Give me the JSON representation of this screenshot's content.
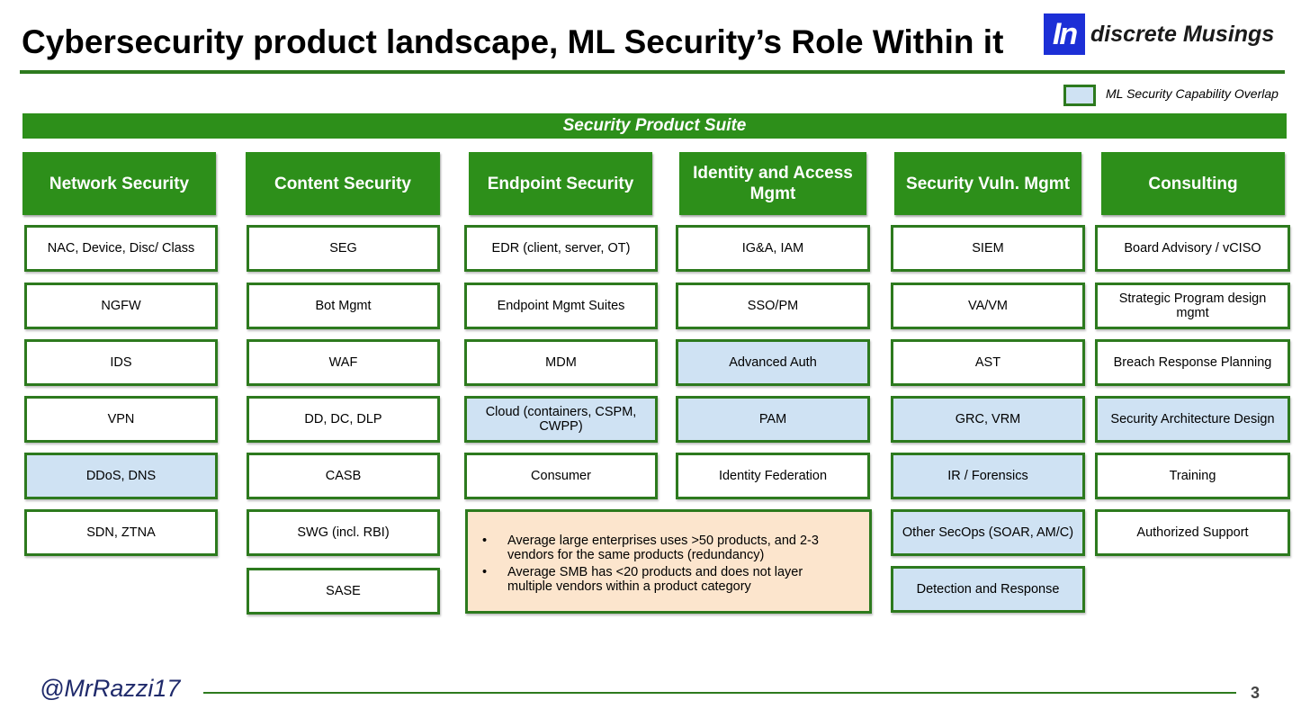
{
  "header": {
    "title": "Cybersecurity product landscape, ML Security’s Role Within it",
    "logo_mark": "In",
    "logo_text": "discrete Musings"
  },
  "legend": {
    "label": "ML Security Capability Overlap",
    "swatch_color": "#cfe2f3"
  },
  "colors": {
    "green": "#2d8f1a",
    "border": "#2d7a1e",
    "highlight": "#cfe2f3",
    "note_bg": "#fce5cd"
  },
  "suite": {
    "label": "Security Product Suite"
  },
  "columns": [
    {
      "title": "Network Security",
      "items": [
        {
          "label": "NAC, Device, Disc/ Class",
          "highlight": false
        },
        {
          "label": "NGFW",
          "highlight": false
        },
        {
          "label": "IDS",
          "highlight": false
        },
        {
          "label": "VPN",
          "highlight": false
        },
        {
          "label": "DDoS, DNS",
          "highlight": true
        },
        {
          "label": "SDN, ZTNA",
          "highlight": false
        }
      ]
    },
    {
      "title": "Content Security",
      "items": [
        {
          "label": "SEG",
          "highlight": false
        },
        {
          "label": "Bot Mgmt",
          "highlight": false
        },
        {
          "label": "WAF",
          "highlight": false
        },
        {
          "label": "DD, DC, DLP",
          "highlight": false
        },
        {
          "label": "CASB",
          "highlight": false
        },
        {
          "label": "SWG (incl. RBI)",
          "highlight": false
        },
        {
          "label": "SASE",
          "highlight": false
        }
      ]
    },
    {
      "title": "Endpoint Security",
      "items": [
        {
          "label": "EDR (client, server, OT)",
          "highlight": false
        },
        {
          "label": "Endpoint Mgmt Suites",
          "highlight": false
        },
        {
          "label": "MDM",
          "highlight": false
        },
        {
          "label": "Cloud (containers, CSPM, CWPP)",
          "highlight": true
        },
        {
          "label": "Consumer",
          "highlight": false
        }
      ]
    },
    {
      "title": "Identity and Access Mgmt",
      "items": [
        {
          "label": "IG&A, IAM",
          "highlight": false
        },
        {
          "label": "SSO/PM",
          "highlight": false
        },
        {
          "label": "Advanced Auth",
          "highlight": true
        },
        {
          "label": "PAM",
          "highlight": true
        },
        {
          "label": "Identity Federation",
          "highlight": false
        }
      ]
    },
    {
      "title": "Security Vuln. Mgmt",
      "items": [
        {
          "label": "SIEM",
          "highlight": false
        },
        {
          "label": "VA/VM",
          "highlight": false
        },
        {
          "label": "AST",
          "highlight": false
        },
        {
          "label": "GRC, VRM",
          "highlight": true
        },
        {
          "label": "IR / Forensics",
          "highlight": true
        },
        {
          "label": "Other SecOps (SOAR, AM/C)",
          "highlight": true
        },
        {
          "label": "Detection and Response",
          "highlight": true
        }
      ]
    },
    {
      "title": "Consulting",
      "items": [
        {
          "label": "Board Advisory / vCISO",
          "highlight": false
        },
        {
          "label": "Strategic Program design mgmt",
          "highlight": false
        },
        {
          "label": "Breach Response Planning",
          "highlight": false
        },
        {
          "label": "Security Architecture Design",
          "highlight": true
        },
        {
          "label": "Training",
          "highlight": false
        },
        {
          "label": "Authorized Support",
          "highlight": false
        }
      ]
    }
  ],
  "note": {
    "bullets": [
      "Average large enterprises uses >50 products, and 2-3 vendors for the same products (redundancy)",
      "Average SMB has <20 products and does not layer multiple vendors within a product category"
    ]
  },
  "footer": {
    "handle": "@MrRazzi17",
    "page_number": "3"
  }
}
